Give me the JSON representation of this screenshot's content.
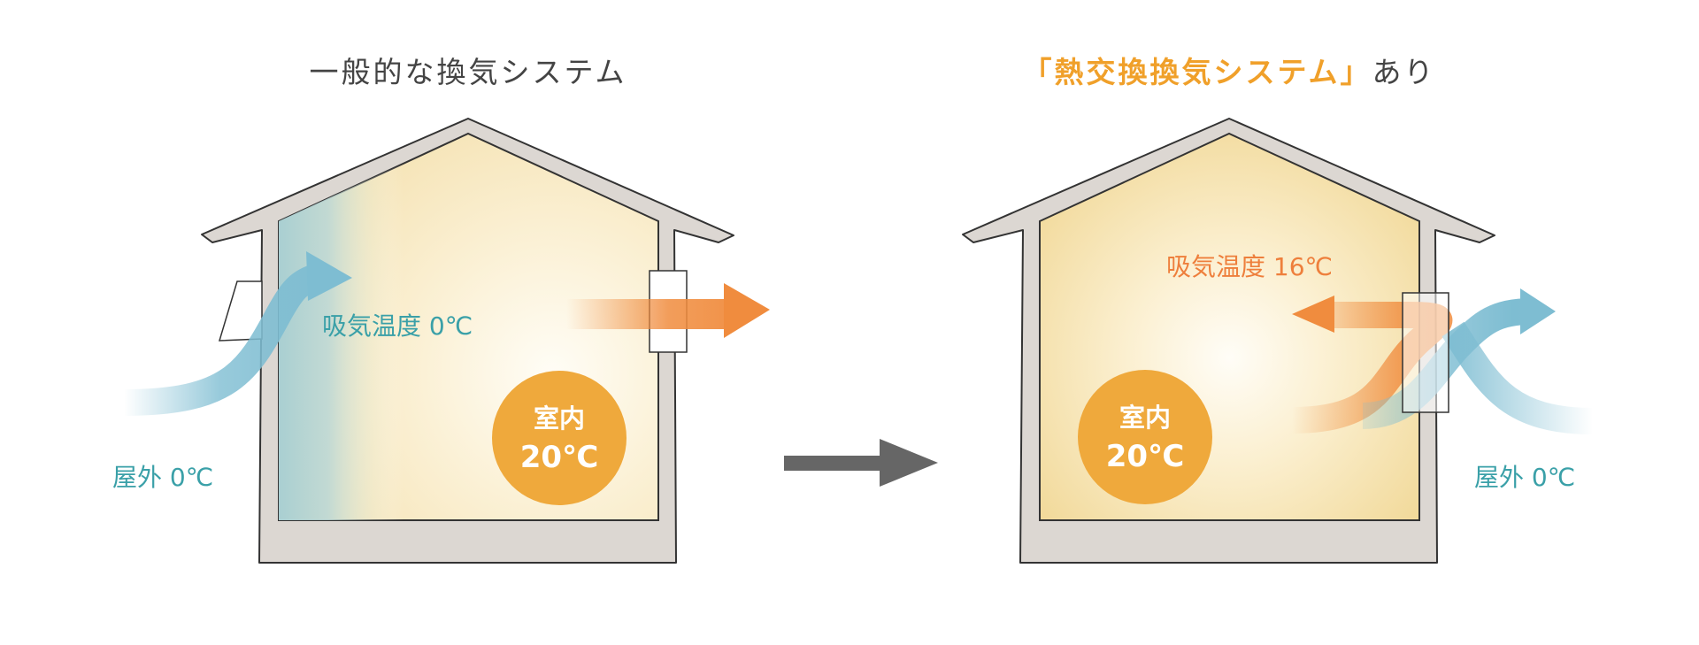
{
  "left_panel": {
    "title": "一般的な換気システム",
    "intake_label": "吸気温度 0℃",
    "outdoor_label": "屋外 0℃",
    "room_line1": "室内",
    "room_line2": "20℃"
  },
  "right_panel": {
    "title_highlight": "「熱交換換気システム」",
    "title_suffix": "あり",
    "intake_label": "吸気温度 16℃",
    "outdoor_label": "屋外 0℃",
    "room_line1": "室内",
    "room_line2": "20℃"
  },
  "colors": {
    "title_dark": "#444444",
    "accent_orange": "#f0a02a",
    "teal_text": "#3aa0a8",
    "orange_text": "#ee7f3c",
    "badge": "#efa93c",
    "cold_air": "#7ebdd2",
    "warm_air": "#f08c3e",
    "wall": "#dcd7d2",
    "outline": "#333333",
    "transition_arrow": "#666666"
  }
}
